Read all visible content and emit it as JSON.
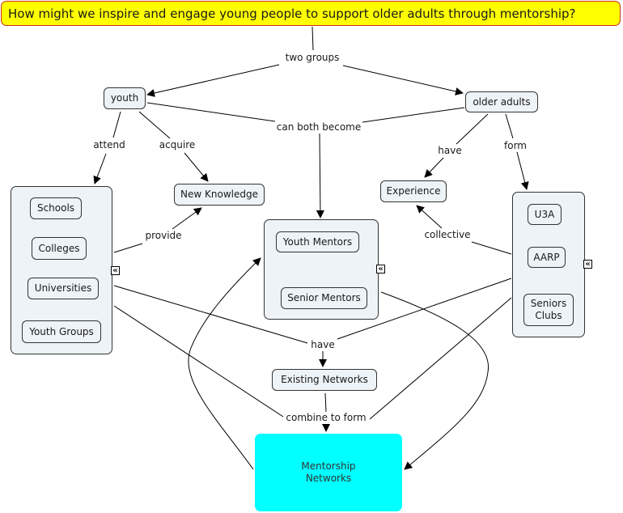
{
  "question": "How might we inspire and engage young people to support older adults through mentorship?",
  "concepts": {
    "youth": "youth",
    "older_adults": "older adults",
    "new_knowledge": "New Knowledge",
    "experience": "Experience",
    "existing_networks": "Existing Networks",
    "mentorship_networks": "Mentorship Networks"
  },
  "groups": {
    "education": {
      "items": [
        "Schools",
        "Colleges",
        "Universities",
        "Youth Groups"
      ]
    },
    "mentors": {
      "items": [
        "Youth Mentors",
        "Senior Mentors"
      ]
    },
    "senior_orgs": {
      "items": [
        "U3A",
        "AARP",
        "Seniors Clubs"
      ]
    }
  },
  "linking_phrases": {
    "two_groups": "two groups",
    "can_both_become": "can both become",
    "attend": "attend",
    "acquire": "acquire",
    "have_experience": "have",
    "form": "form",
    "provide": "provide",
    "collective": "collective",
    "have_networks": "have",
    "combine_to_form": "combine to form"
  },
  "icons": {
    "collapse": "«"
  },
  "colors": {
    "question_bg": "#ffff00",
    "question_border": "#c8301e",
    "node_bg": "#edf3f6",
    "mentorship_bg": "#00ffff"
  }
}
